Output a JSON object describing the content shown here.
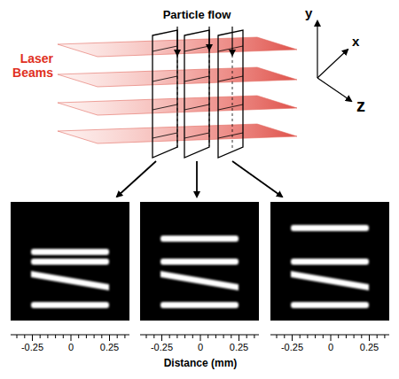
{
  "diagram": {
    "labels": [
      "Particle flow",
      "y",
      "x",
      "z",
      "Laser Beams",
      "-0.25",
      "0",
      "0.25",
      "-0.25",
      "0",
      "0.25",
      "-0.25",
      "0",
      "0.25",
      "Distance (mm)"
    ]
  }
}
